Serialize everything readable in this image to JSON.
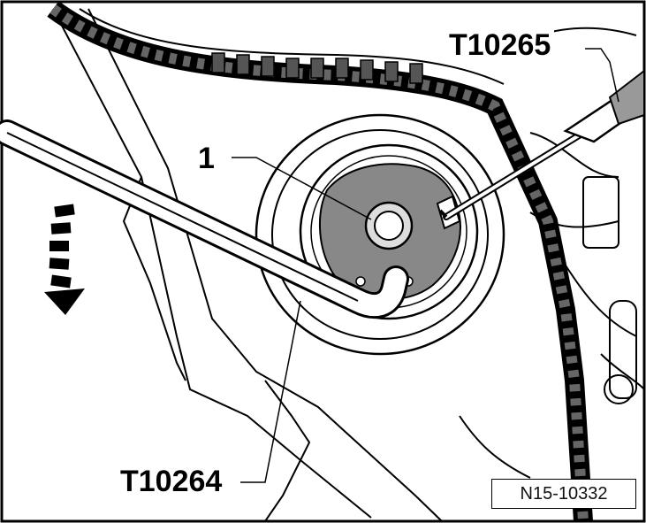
{
  "labels": {
    "tool_top": "T10265",
    "item_1": "1",
    "tool_bottom": "T10264"
  },
  "reference": "N15-10332"
}
